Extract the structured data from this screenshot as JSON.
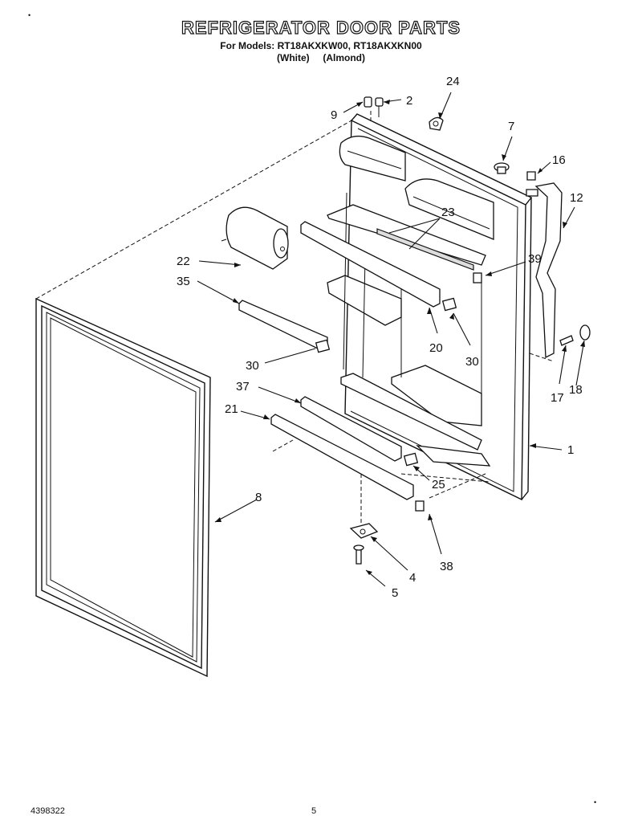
{
  "header": {
    "title": "REFRIGERATOR DOOR PARTS",
    "models_line": "For Models: RT18AKXKW00, RT18AKXKN00",
    "colors_line": "(White)     (Almond)"
  },
  "callouts": {
    "c1": "1",
    "c2": "2",
    "c4": "4",
    "c5": "5",
    "c7": "7",
    "c8": "8",
    "c9": "9",
    "c12": "12",
    "c16": "16",
    "c17": "17",
    "c18": "18",
    "c20": "20",
    "c21": "21",
    "c22": "22",
    "c23": "23",
    "c24": "24",
    "c25": "25",
    "c30a": "30",
    "c30b": "30",
    "c35": "35",
    "c37": "37",
    "c38": "38",
    "c39": "39"
  },
  "footer": {
    "doc_number": "4398322",
    "page_number": "5"
  }
}
